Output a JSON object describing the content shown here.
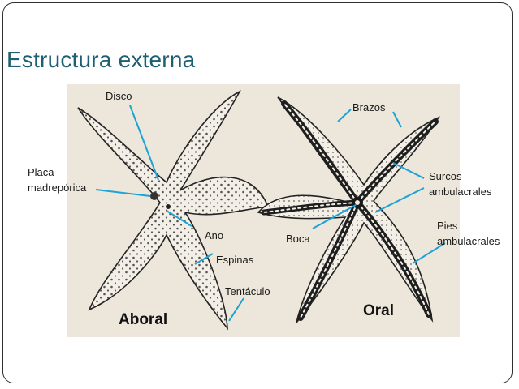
{
  "slide": {
    "title": "Estructura externa"
  },
  "figure": {
    "aboral_caption": "Aboral",
    "oral_caption": "Oral",
    "labels": {
      "disco": "Disco",
      "placa_line1": "Placa",
      "placa_line2": "madrepórica",
      "ano": "Ano",
      "espinas": "Espinas",
      "tentaculo": "Tentáculo",
      "brazos": "Brazos",
      "surcos_line1": "Surcos",
      "surcos_line2": "ambulacrales",
      "boca": "Boca",
      "pies_line1": "Pies",
      "pies_line2": "ambulacrales"
    },
    "colors": {
      "background_panel": "#ece7da",
      "leader_lines": "#1aa3d6",
      "title": "#1d5f73"
    }
  }
}
